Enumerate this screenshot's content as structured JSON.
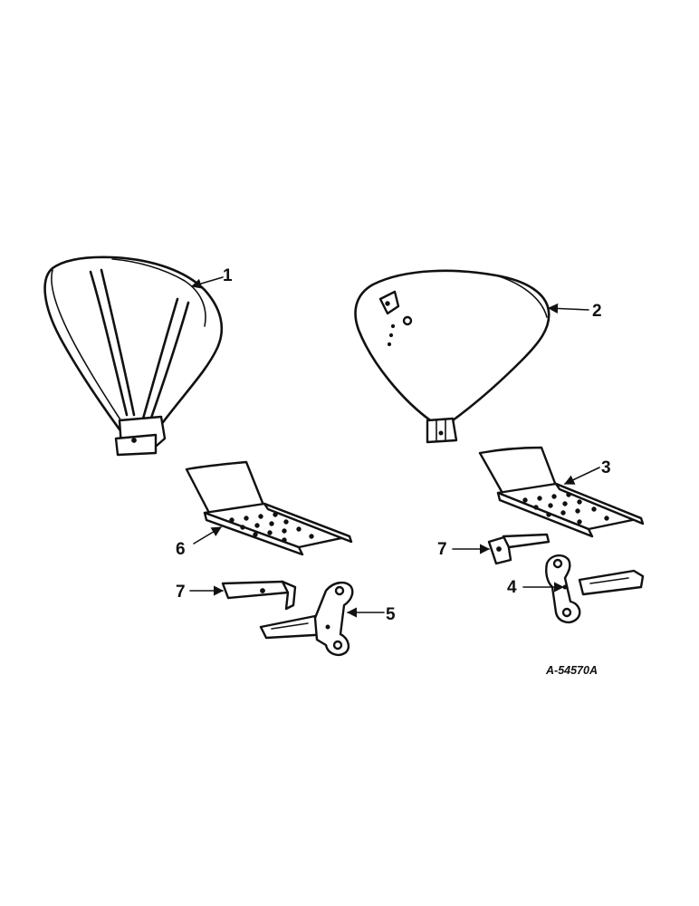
{
  "callouts": {
    "c1": "1",
    "c2": "2",
    "c3": "3",
    "c4": "4",
    "c5": "5",
    "c6": "6",
    "c7a": "7",
    "c7b": "7"
  },
  "reference_code": "A-54570A"
}
